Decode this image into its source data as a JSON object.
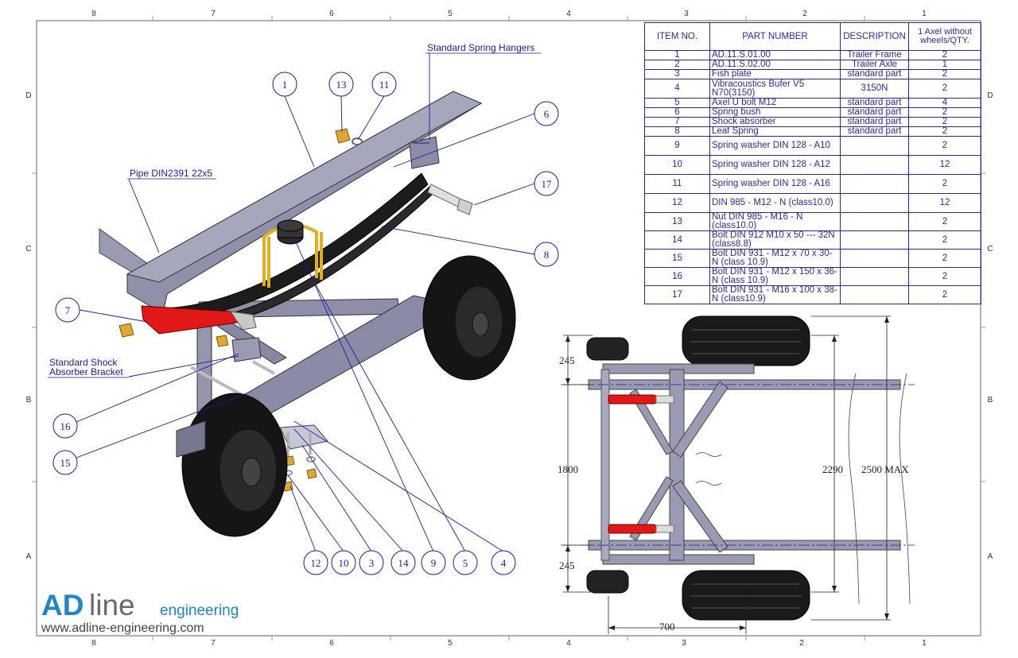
{
  "zones": {
    "columns": [
      "8",
      "7",
      "6",
      "5",
      "4",
      "3",
      "2",
      "1"
    ],
    "rows": [
      "D",
      "C",
      "B",
      "A"
    ]
  },
  "bom": {
    "headers": {
      "item": "ITEM NO.",
      "part": "PART NUMBER",
      "desc": "DESCRIPTION",
      "qty": "1 Axel without wheels/QTY."
    },
    "rows": [
      {
        "item": "1",
        "part": "AD.11.S.01.00",
        "desc": "Trailer Frame",
        "qty": "2"
      },
      {
        "item": "2",
        "part": "AD.11.S.02.00",
        "desc": "Trailer Axle",
        "qty": "1"
      },
      {
        "item": "3",
        "part": "Fish plate",
        "desc": "standard part",
        "qty": "2"
      },
      {
        "item": "4",
        "part": "Vibracoustics Bufer V5 N70(3150)",
        "desc": "3150N",
        "qty": "2"
      },
      {
        "item": "5",
        "part": "Axel U bolt M12",
        "desc": "standard part",
        "qty": "4"
      },
      {
        "item": "6",
        "part": "Spring bush",
        "desc": "standard part",
        "qty": "2"
      },
      {
        "item": "7",
        "part": "Shock absorber",
        "desc": "standard part",
        "qty": "2"
      },
      {
        "item": "8",
        "part": "Leaf Spring",
        "desc": "standard part",
        "qty": "2"
      },
      {
        "item": "9",
        "part": "Spring washer DIN 128 - A10",
        "desc": "",
        "qty": "2"
      },
      {
        "item": "10",
        "part": "Spring washer DIN 128 - A12",
        "desc": "",
        "qty": "12"
      },
      {
        "item": "11",
        "part": "Spring washer DIN 128 - A16",
        "desc": "",
        "qty": "2"
      },
      {
        "item": "12",
        "part": "DIN 985 - M12 - N (class10.0)",
        "desc": "",
        "qty": "12"
      },
      {
        "item": "13",
        "part": "Nut DIN 985 - M16 - N (class10.0)",
        "desc": "",
        "qty": "2"
      },
      {
        "item": "14",
        "part": "Bolt DIN 912 M10 x 50 --- 32N (class8.8)",
        "desc": "",
        "qty": "2"
      },
      {
        "item": "15",
        "part": "Bolt DIN 931 - M12 x 70 x 30-N (class 10.9)",
        "desc": "",
        "qty": "2"
      },
      {
        "item": "16",
        "part": "Bolt DIN 931 - M12 x 150 x 36-N (class 10.9)",
        "desc": "",
        "qty": "2"
      },
      {
        "item": "17",
        "part": "Bolt DIN 931 - M16 x 100 x 38-N (class10.9)",
        "desc": "",
        "qty": "2"
      }
    ]
  },
  "callouts": {
    "spring_hangers": "Standard Spring Hangers",
    "pipe": "Pipe DIN2391 22x5",
    "shock_bracket_line1": "Standard Shock",
    "shock_bracket_line2": "Absorber Bracket"
  },
  "balloons": [
    "1",
    "13",
    "11",
    "6",
    "17",
    "8",
    "7",
    "16",
    "15",
    "12",
    "10",
    "3",
    "14",
    "9",
    "5",
    "4"
  ],
  "dimensions": {
    "top_offset": "245",
    "bottom_offset": "245",
    "track": "1800",
    "frame_length": "2290",
    "overall": "2500 MAX",
    "width": "700"
  },
  "logo": {
    "ad": "AD",
    "line": "line",
    "engineering": "engineering",
    "url": "www.adline-engineering.com"
  },
  "colors": {
    "frame": "#8e8ea8",
    "spring": "#1c1c1c",
    "shock": "#e01818",
    "ubolt": "#e0b020",
    "annotation": "#1a1aa6",
    "logo_blue": "#1f86c8"
  }
}
